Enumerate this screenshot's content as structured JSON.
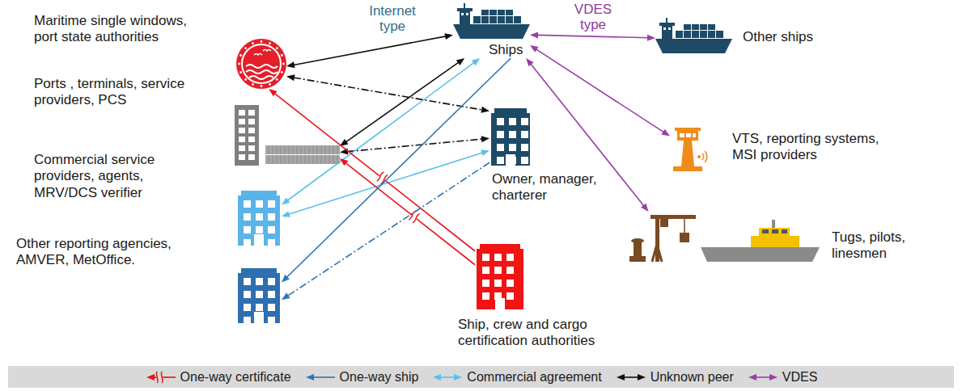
{
  "diagram": {
    "nodes": [
      {
        "text": [
          "Maritime single windows, port state authorities"
        ]
      },
      {
        "text": [
          "Ships"
        ]
      },
      {
        "text": [
          "Other ships"
        ]
      },
      {
        "text": [
          "Ports , terminals, service providers, PCS"
        ]
      },
      {
        "text": [
          "Owner, manager, charterer"
        ]
      },
      {
        "text": [
          "VTS, reporting systems, MSI providers"
        ]
      },
      {
        "text": [
          "Commercial service providers, agents, MRV/DCS verifier"
        ]
      },
      {
        "text": [
          "Tugs, pilots, linesmen"
        ]
      },
      {
        "text": [
          "Other reporting agencies, AMVER, MetOffice."
        ]
      },
      {
        "text": [
          "Ship, crew and cargo certification authorities"
        ]
      }
    ],
    "edges": [
      {
        "from": 0,
        "to": 1,
        "arrow": "both"
      },
      {
        "from": 0,
        "to": 4,
        "arrow": "both"
      },
      {
        "from": 3,
        "to": 1,
        "arrow": "both"
      },
      {
        "from": 3,
        "to": 4,
        "arrow": "both"
      },
      {
        "from": 6,
        "to": 1,
        "arrow": "both"
      },
      {
        "from": 6,
        "to": 4,
        "arrow": "both"
      },
      {
        "from": 9,
        "to": 0,
        "arrow": "to"
      },
      {
        "from": 9,
        "to": 3,
        "arrow": "to"
      },
      {
        "from": 1,
        "to": 8,
        "arrow": "to"
      },
      {
        "from": 4,
        "to": 8,
        "arrow": "to"
      },
      {
        "from": 1,
        "to": 2,
        "arrow": "both"
      },
      {
        "from": 1,
        "to": 5,
        "arrow": "both"
      },
      {
        "from": 1,
        "to": 7,
        "arrow": "both"
      }
    ],
    "labels": [
      "Internet type",
      "VDES type"
    ],
    "legend": [
      {
        "text": "One-way certificate"
      },
      {
        "text": "One-way ship"
      },
      {
        "text": "Commercial agreement"
      },
      {
        "text": "Unknown peer"
      },
      {
        "text": "VDES"
      }
    ]
  }
}
